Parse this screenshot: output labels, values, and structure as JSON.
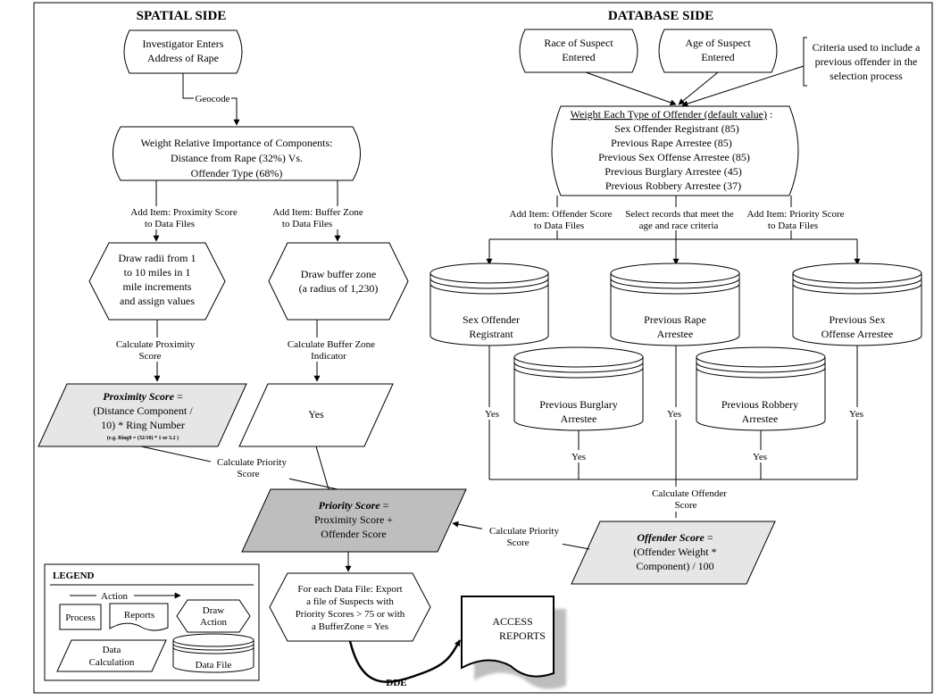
{
  "headings": {
    "spatial": "SPATIAL SIDE",
    "database": "DATABASE SIDE"
  },
  "spatial": {
    "start": [
      "Investigator Enters",
      "Address of Rape"
    ],
    "geocode_label": "Geocode",
    "weight_box": [
      "Weight Relative Importance of Components:",
      "Distance from Rape (32%) Vs.",
      "Offender Type (68%)"
    ],
    "add_proximity_label": [
      "Add Item: Proximity Score",
      "to Data Files"
    ],
    "add_buffer_label": [
      "Add Item: Buffer Zone",
      "to Data Files"
    ],
    "draw_radii": [
      "Draw radii from 1",
      "to 10 miles in 1",
      "mile increments",
      "and assign values"
    ],
    "draw_buffer": [
      "Draw buffer zone",
      "(a radius of 1,230)"
    ],
    "calc_proximity_label": [
      "Calculate Proximity",
      "Score"
    ],
    "calc_buffer_label": [
      "Calculate Buffer Zone",
      "Indicator"
    ],
    "proximity_score": {
      "title": "Proximity Score",
      "title_suffix": " =",
      "lines": [
        "(Distance Component /",
        "10) * Ring Number"
      ],
      "example": "(e.g. Ring8 = (32/10) * 1 or 3.2 )"
    },
    "buffer_result": "Yes",
    "calc_priority_left_label": [
      "Calculate Priority",
      "Score"
    ]
  },
  "database": {
    "race_input": [
      "Race of Suspect",
      "Entered"
    ],
    "age_input": [
      "Age of Suspect",
      "Entered"
    ],
    "criteria_note": [
      "Criteria used to include a",
      "previous offender in the",
      "selection process"
    ],
    "weight_box": {
      "title": "Weight Each Type of Offender (default value)",
      "title_suffix": " :",
      "lines": [
        "Sex Offender Registrant (85)",
        "Previous Rape Arrestee (85)",
        "Previous Sex Offense Arrestee (85)",
        "Previous Burglary Arrestee (45)",
        "Previous Robbery Arrestee (37)"
      ]
    },
    "add_offender_label": [
      "Add Item: Offender Score",
      "to Data Files"
    ],
    "select_records_label": [
      "Select records that meet the",
      "age and race criteria"
    ],
    "add_priority_label": [
      "Add Item: Priority Score",
      "to Data Files"
    ],
    "files": [
      [
        "Sex Offender",
        "Registrant"
      ],
      [
        "Previous Rape",
        "Arrestee"
      ],
      [
        "Previous Sex",
        "Offense Arrestee"
      ],
      [
        "Previous Burglary",
        "Arrestee"
      ],
      [
        "Previous Robbery",
        "Arrestee"
      ]
    ],
    "yes_label": "Yes",
    "calc_offender_label": [
      "Calculate Offender",
      "Score"
    ],
    "offender_score": {
      "title": "Offender Score",
      "title_suffix": " =",
      "lines": [
        "(Offender Weight *",
        "Component) / 100"
      ]
    },
    "calc_priority_right_label": [
      "Calculate Priority",
      "Score"
    ]
  },
  "priority_score": {
    "title": "Priority Score",
    "title_suffix": " =",
    "lines": [
      "Proximity Score +",
      "Offender Score"
    ]
  },
  "export_box": [
    "For each Data File:  Export",
    "a file of Suspects with",
    "Priority Scores > 75 or with",
    "a BufferZone = Yes"
  ],
  "dde_label": "DDE",
  "access_reports": [
    "ACCESS",
    "REPORTS"
  ],
  "legend": {
    "title": "LEGEND",
    "action": "Action",
    "process": "Process",
    "reports": "Reports",
    "draw_action": [
      "Draw",
      "Action"
    ],
    "data_calculation": [
      "Data",
      "Calculation"
    ],
    "data_file": "Data File"
  },
  "colors": {
    "light_gray": "#e6e6e6",
    "mid_gray": "#bebebe",
    "line": "#000000"
  }
}
